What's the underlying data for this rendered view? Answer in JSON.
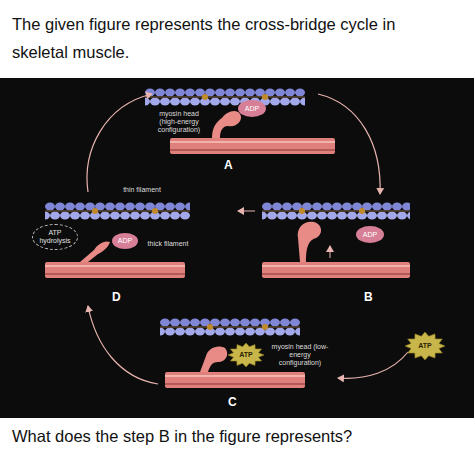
{
  "diagram": {
    "title": "The given figure represents the cross-bridge cycle in skeletal muscle.",
    "caption": "What does the step B in the figure represents?",
    "nodes": [
      {
        "text": [
          "ADP"
        ]
      },
      {
        "text": [
          "ATP hydrolysis"
        ]
      },
      {
        "text": [
          "ADP"
        ]
      },
      {
        "text": [
          "ADP"
        ]
      },
      {
        "text": [
          "ATP"
        ]
      },
      {
        "text": [
          "ATP"
        ]
      }
    ],
    "labels": [
      "myosin head (high-energy configuration)",
      "A",
      "thin filament",
      "thick filament",
      "D",
      "B",
      "myosin head (low-energy configuration)",
      "C"
    ]
  }
}
